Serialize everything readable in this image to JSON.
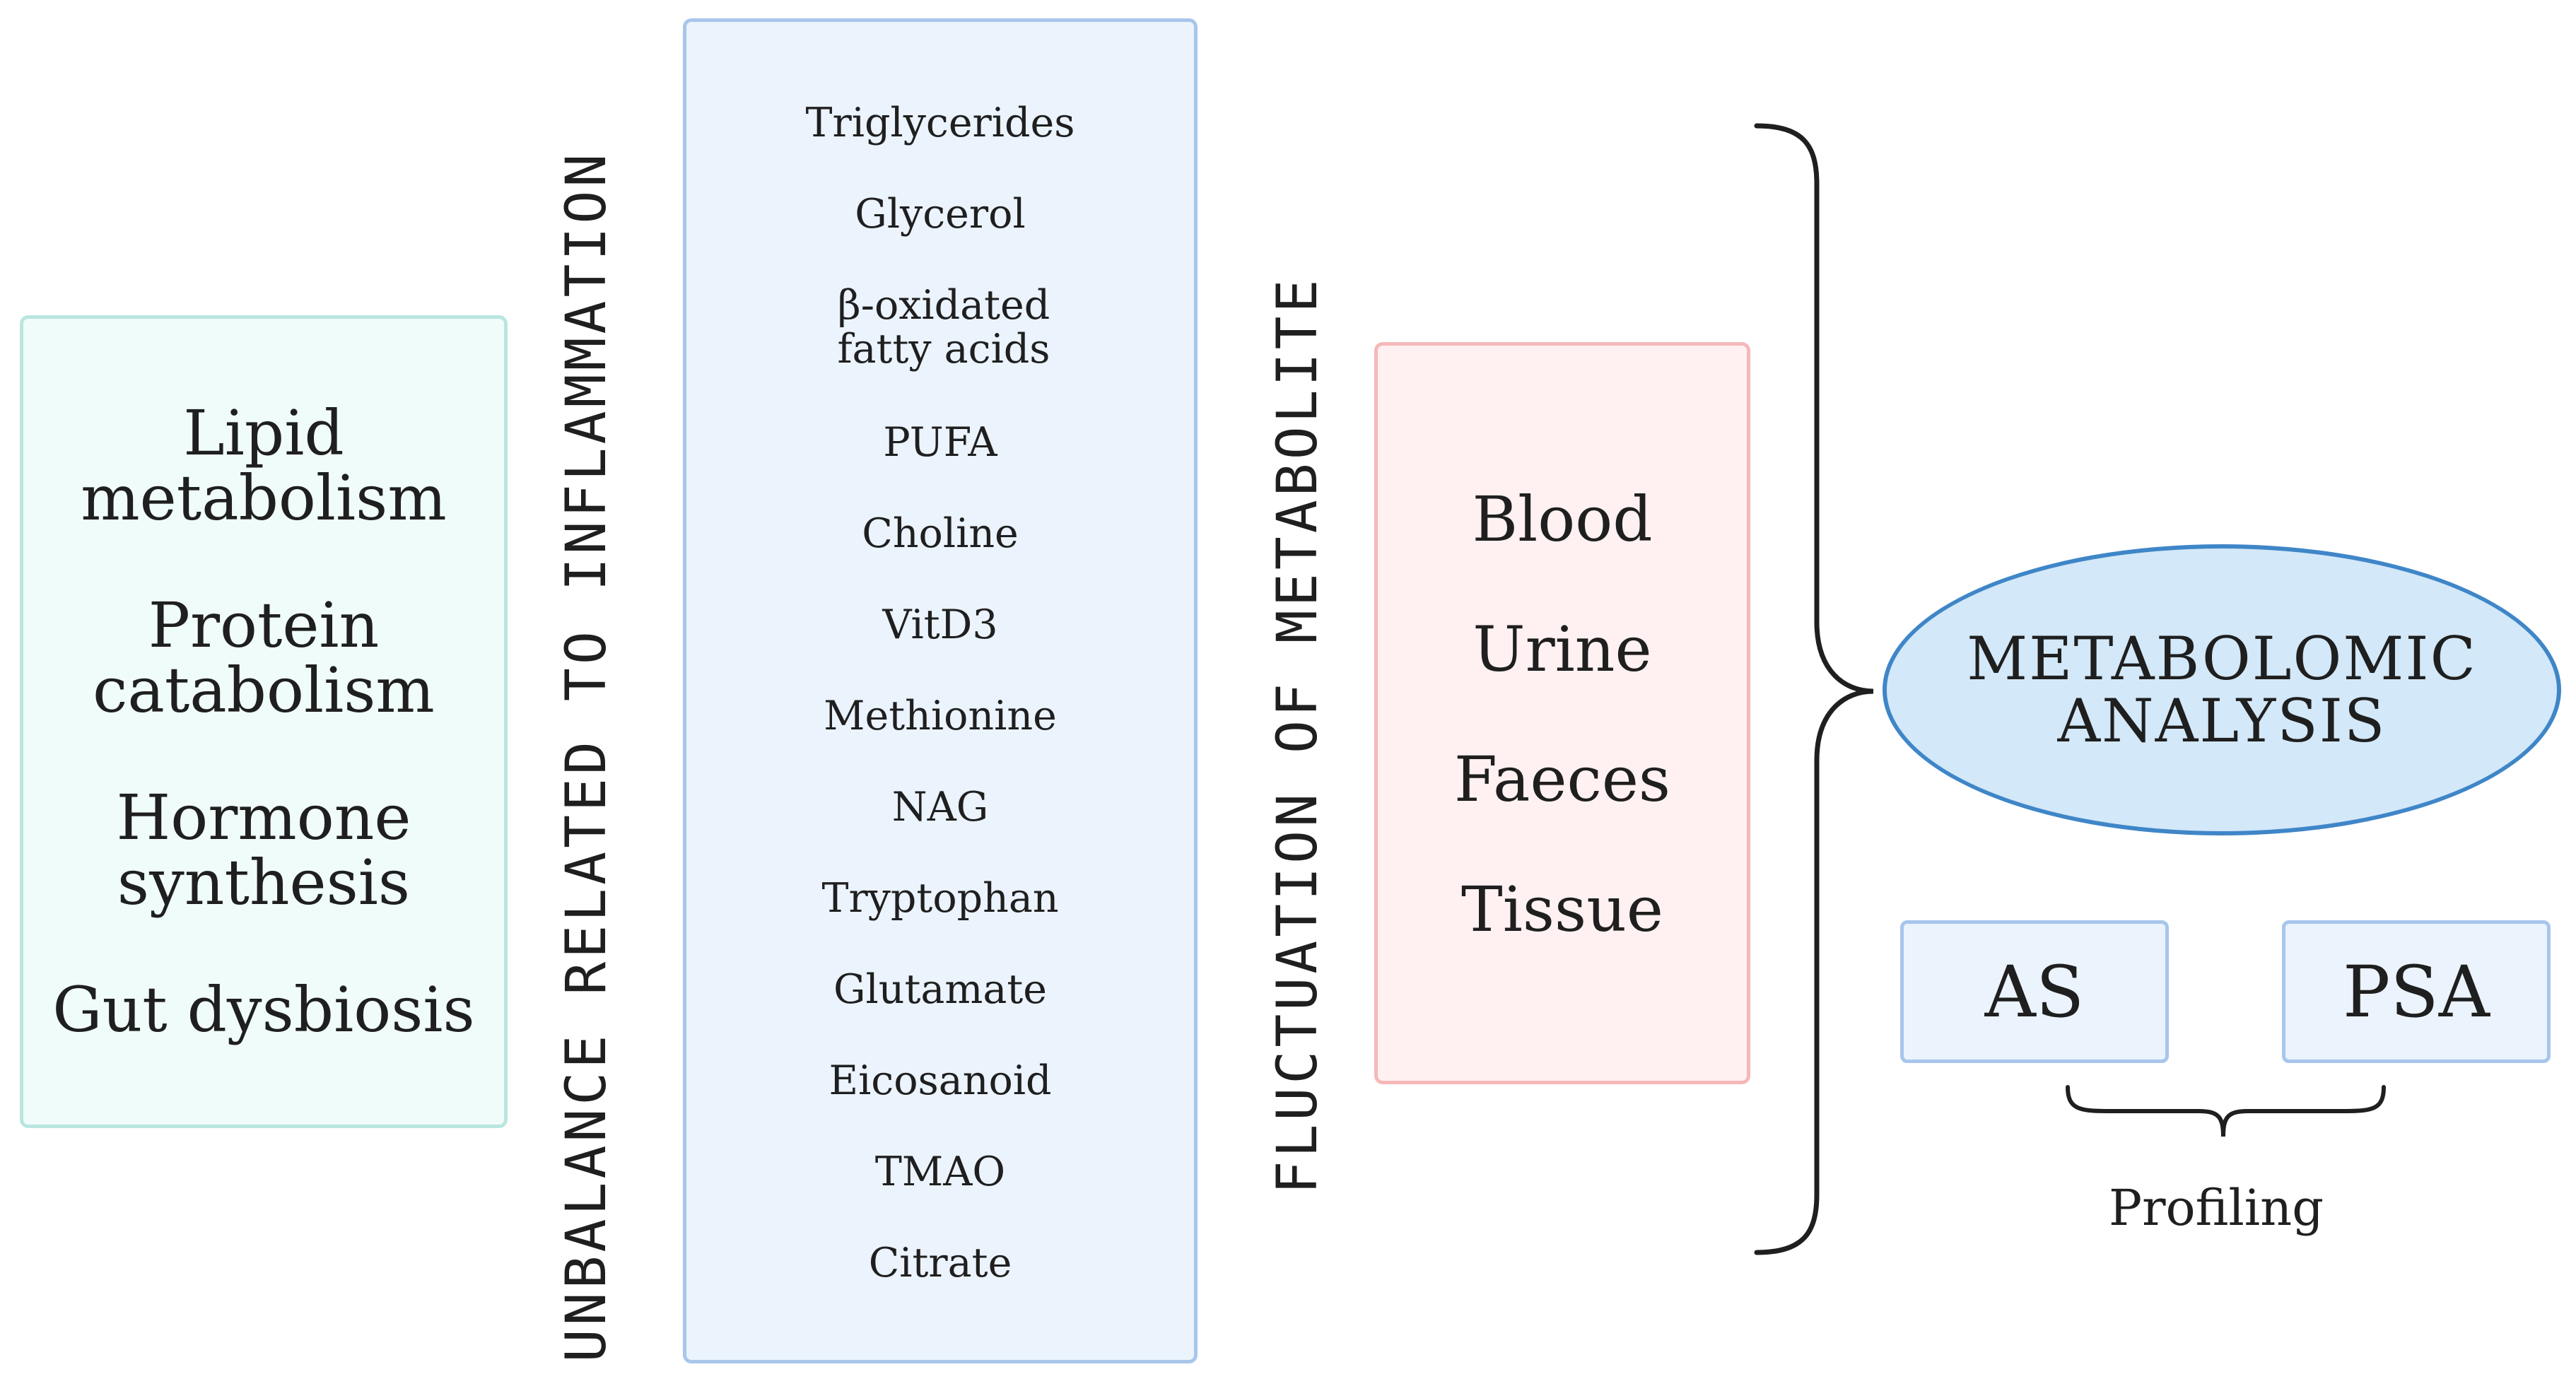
{
  "processes": [
    "Lipid metabolism",
    "Protein catabolism",
    "Hormone synthesis",
    "Gut dysbiosis"
  ],
  "left_vertical_label": "UNBALANCE RELATED TO INFLAMMATION",
  "metabolites": [
    "Triglycerides",
    "Glycerol",
    "β-oxidated fatty acids",
    "PUFA",
    "Choline",
    "VitD3",
    "Methionine",
    "NAG",
    "Tryptophan",
    "Glutamate",
    "Eicosanoid",
    "TMAO",
    "Citrate"
  ],
  "middle_vertical_label": "FLUCTUATION OF METABOLITE",
  "samples": [
    "Blood",
    "Urine",
    "Faeces",
    "Tissue"
  ],
  "analysis": {
    "line1": "METABOLOMIC",
    "line2": "ANALYSIS"
  },
  "diseases": {
    "as": "AS",
    "psa": "PSA"
  },
  "profiling_label": "Profiling",
  "colors": {
    "processes_fill": "#f0fcfa",
    "processes_border": "#b9e6de",
    "metabolites_fill": "#ebf3fd",
    "metabolites_border": "#a8c6ec",
    "samples_fill": "#fff1f1",
    "samples_border": "#f5b8b8",
    "ellipse_fill": "#d3e8f8",
    "ellipse_border": "#3f86c8"
  }
}
